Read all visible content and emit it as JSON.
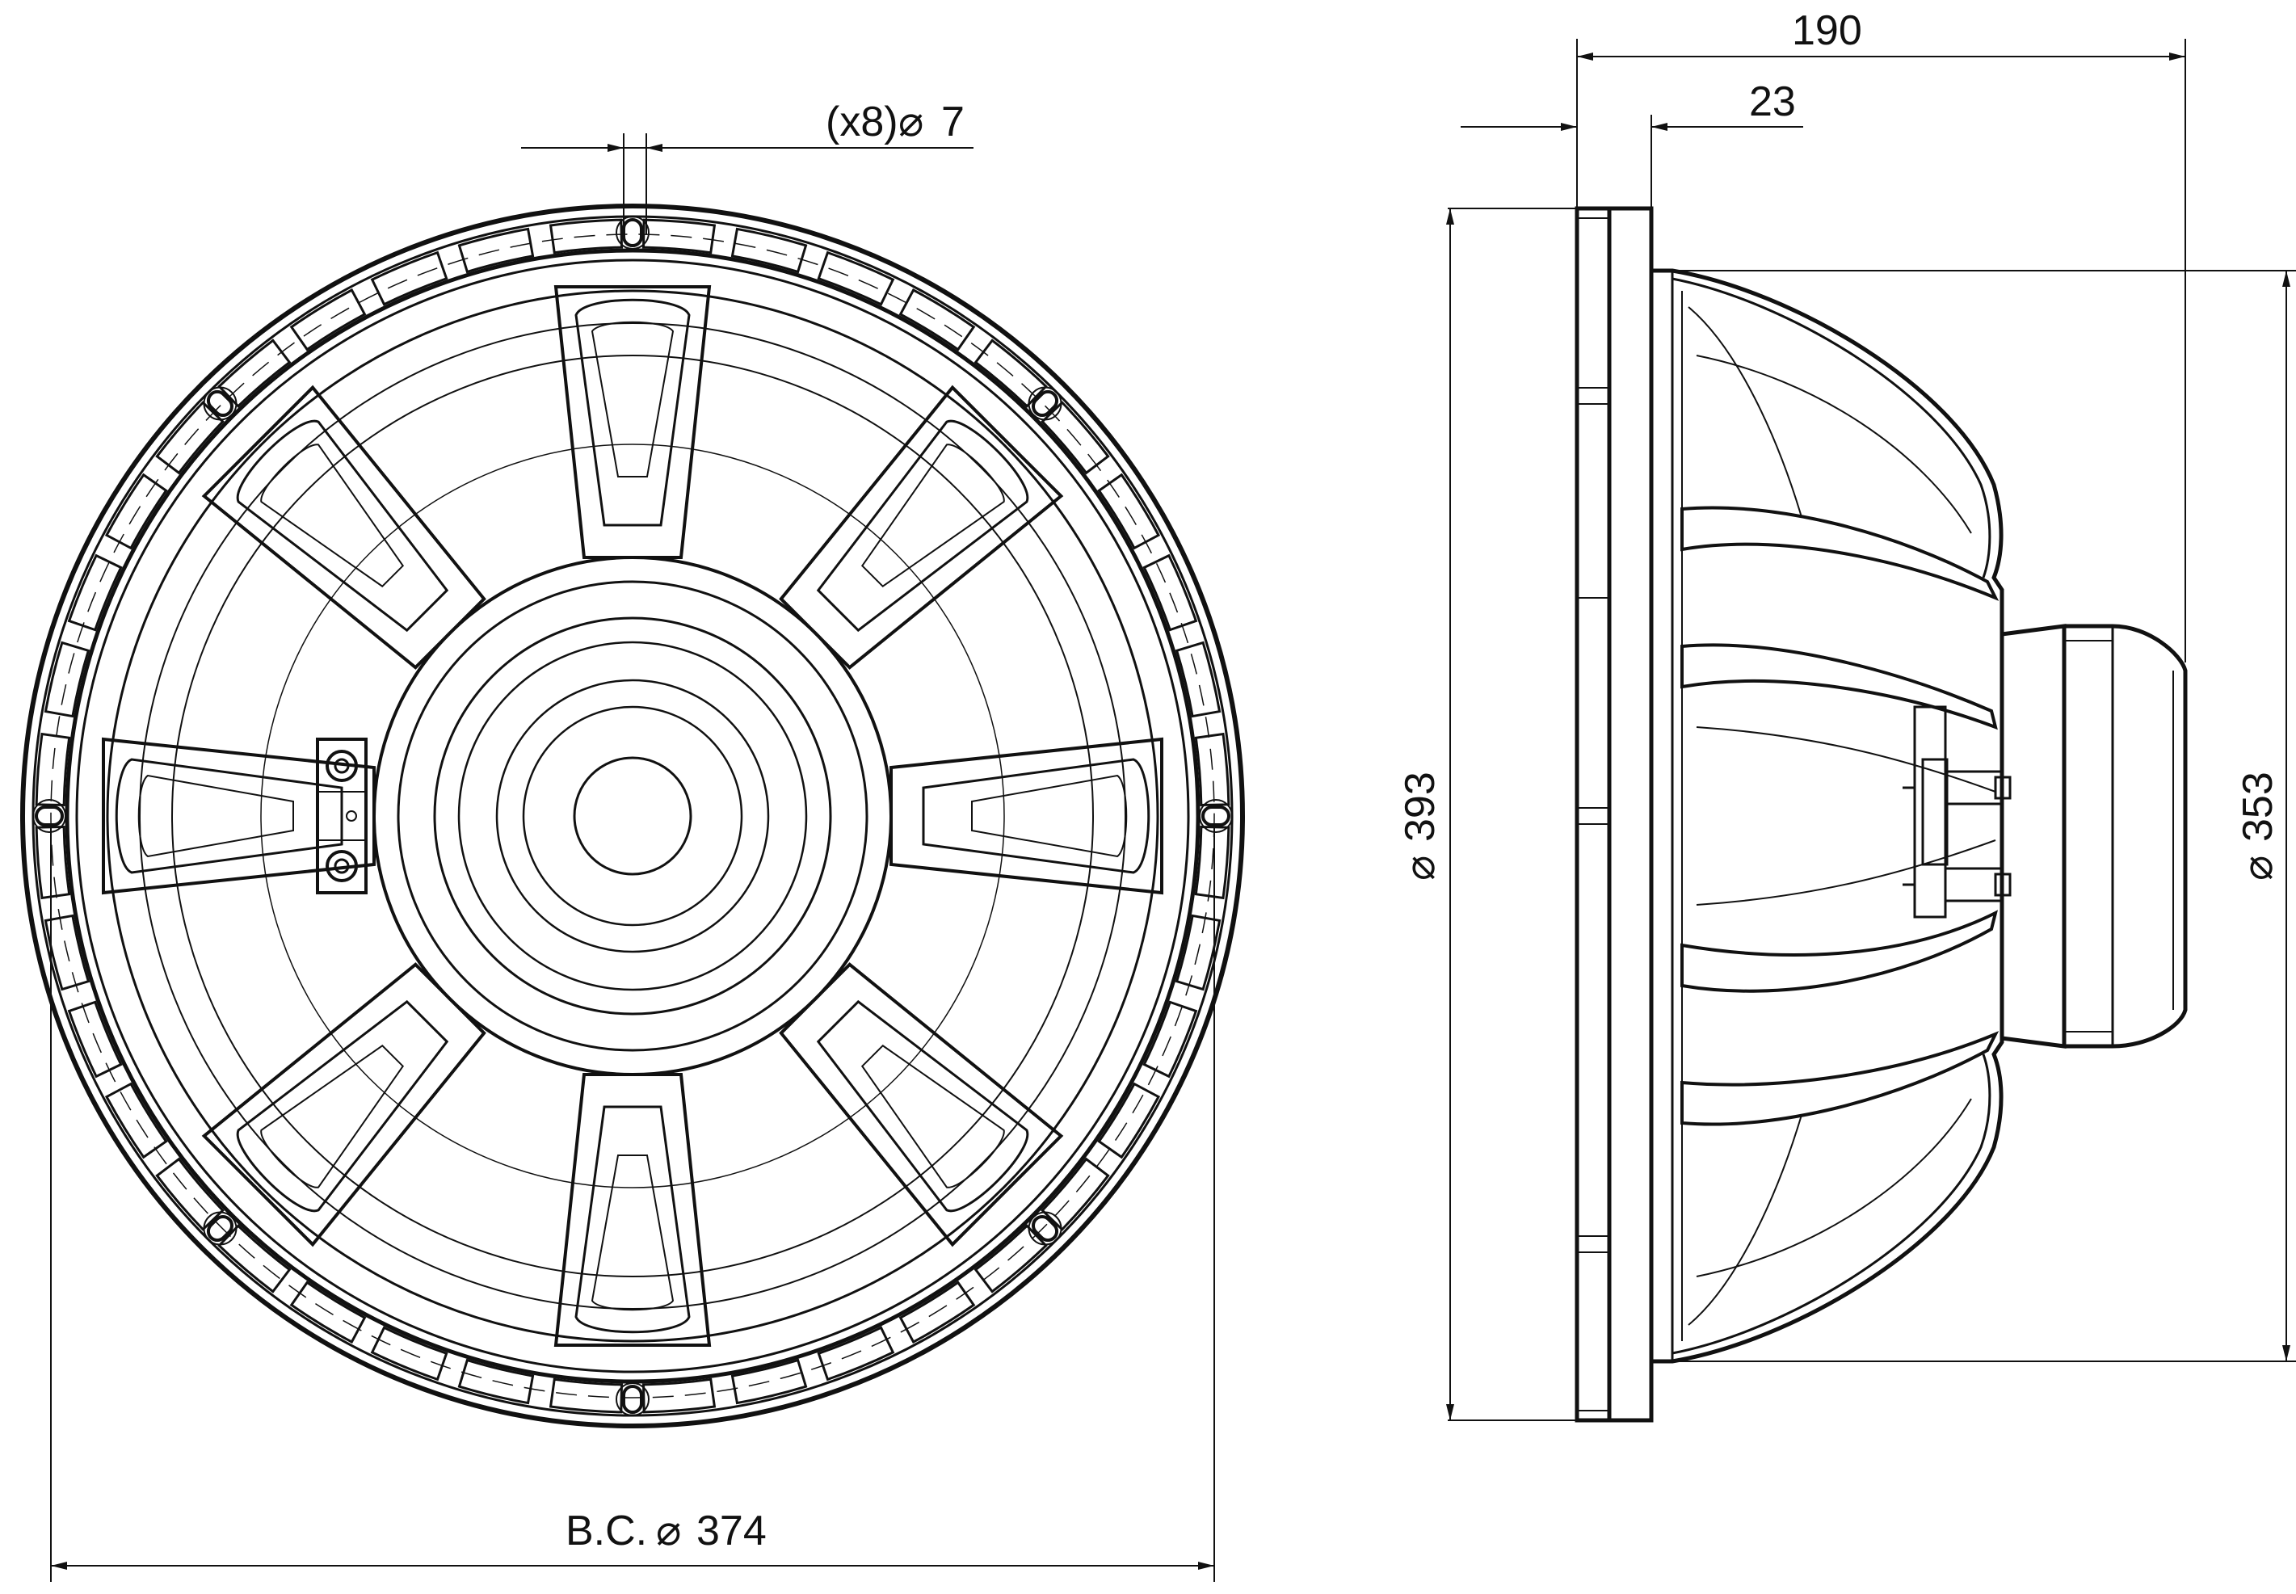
{
  "labels": {
    "hole_count": "(x8)",
    "hole_diameter": "7",
    "bolt_circle_prefix": "B.C.",
    "bolt_circle": "374",
    "overall_depth": "190",
    "flange_thickness": "23",
    "outer_diameter": "393",
    "basket_diameter": "353"
  },
  "symbols": {
    "diameter": "⌀"
  },
  "colors": {
    "line": "#111111",
    "background": "#ffffff"
  }
}
